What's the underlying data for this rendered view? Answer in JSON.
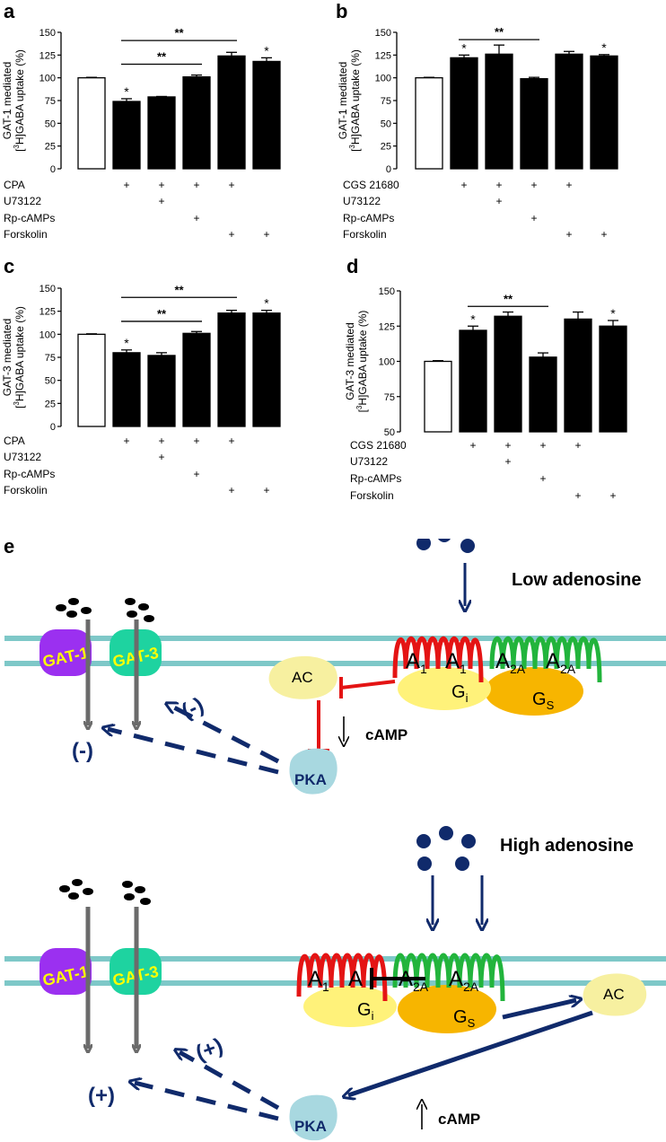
{
  "panel_labels": [
    "a",
    "b",
    "c",
    "d",
    "e"
  ],
  "chart_data": [
    {
      "panel": "a",
      "type": "bar",
      "ylabel_line1": "GAT-1 mediated",
      "ylabel_line2_pre": "[",
      "ylabel_line2_sup": "3",
      "ylabel_line2_post": "H]GABA uptake (%)",
      "ylim": [
        0,
        150
      ],
      "yticks": [
        0,
        25,
        50,
        75,
        100,
        125,
        150
      ],
      "values": [
        100,
        74,
        79,
        101,
        124,
        118
      ],
      "errors": [
        0.5,
        3,
        0.5,
        2,
        4,
        4
      ],
      "fills": [
        "white",
        "black",
        "black",
        "black",
        "black",
        "black"
      ],
      "stars": [
        "",
        "*",
        "",
        "",
        "",
        "*"
      ],
      "treatments": [
        {
          "name": "CPA",
          "marks": [
            "",
            "+",
            "+",
            "+",
            "+",
            ""
          ]
        },
        {
          "name": "U73122",
          "marks": [
            "",
            "",
            "+",
            "",
            "",
            ""
          ]
        },
        {
          "name": "Rp-cAMPs",
          "marks": [
            "",
            "",
            "",
            "+",
            "",
            ""
          ]
        },
        {
          "name": "Forskolin",
          "marks": [
            "",
            "",
            "",
            "",
            "+",
            "+"
          ]
        }
      ],
      "brackets": [
        {
          "from": 1,
          "to": 4,
          "y": 141,
          "label": "**"
        },
        {
          "from": 1,
          "to": 3,
          "y": 115,
          "label": "**"
        }
      ]
    },
    {
      "panel": "b",
      "type": "bar",
      "ylabel_line1": "GAT-1 mediated",
      "ylabel_line2_pre": "[",
      "ylabel_line2_sup": "3",
      "ylabel_line2_post": "H]GABA uptake (%)",
      "ylim": [
        0,
        150
      ],
      "yticks": [
        0,
        25,
        50,
        75,
        100,
        125,
        150
      ],
      "values": [
        100,
        122,
        126,
        99,
        126,
        124
      ],
      "errors": [
        0.5,
        3,
        10,
        1.5,
        3,
        1.5
      ],
      "fills": [
        "white",
        "black",
        "black",
        "black",
        "black",
        "black"
      ],
      "stars": [
        "",
        "*",
        "",
        "",
        "",
        "*"
      ],
      "treatments": [
        {
          "name": "CGS 21680",
          "marks": [
            "",
            "+",
            "+",
            "+",
            "+",
            ""
          ]
        },
        {
          "name": "U73122",
          "marks": [
            "",
            "",
            "+",
            "",
            "",
            ""
          ]
        },
        {
          "name": "Rp-cAMPs",
          "marks": [
            "",
            "",
            "",
            "+",
            "",
            ""
          ]
        },
        {
          "name": "Forskolin",
          "marks": [
            "",
            "",
            "",
            "",
            "+",
            "+"
          ]
        }
      ],
      "brackets": [
        {
          "from": 1,
          "to": 3,
          "y": 142,
          "label": "**"
        }
      ]
    },
    {
      "panel": "c",
      "type": "bar",
      "ylabel_line1": "GAT-3 mediated",
      "ylabel_line2_pre": "[",
      "ylabel_line2_sup": "3",
      "ylabel_line2_post": "H]GABA uptake (%)",
      "ylim": [
        0,
        150
      ],
      "yticks": [
        0,
        25,
        50,
        75,
        100,
        125,
        150
      ],
      "values": [
        100,
        80,
        77,
        101,
        123,
        123
      ],
      "errors": [
        0.5,
        3,
        3,
        2,
        3,
        3
      ],
      "fills": [
        "white",
        "black",
        "black",
        "black",
        "black",
        "black"
      ],
      "stars": [
        "",
        "*",
        "",
        "",
        "",
        "*"
      ],
      "treatments": [
        {
          "name": "CPA",
          "marks": [
            "",
            "+",
            "+",
            "+",
            "+",
            ""
          ]
        },
        {
          "name": "U73122",
          "marks": [
            "",
            "",
            "+",
            "",
            "",
            ""
          ]
        },
        {
          "name": "Rp-cAMPs",
          "marks": [
            "",
            "",
            "",
            "+",
            "",
            ""
          ]
        },
        {
          "name": "Forskolin",
          "marks": [
            "",
            "",
            "",
            "",
            "+",
            "+"
          ]
        }
      ],
      "brackets": [
        {
          "from": 1,
          "to": 4,
          "y": 140,
          "label": "**"
        },
        {
          "from": 1,
          "to": 3,
          "y": 114,
          "label": "**"
        }
      ]
    },
    {
      "panel": "d",
      "type": "bar",
      "ylabel_line1": "GAT-3 mediated",
      "ylabel_line2_pre": "[",
      "ylabel_line2_sup": "3",
      "ylabel_line2_post": "H]GABA uptake (%)",
      "ylim": [
        50,
        150
      ],
      "yticks": [
        50,
        75,
        100,
        125,
        150
      ],
      "values": [
        100,
        122,
        132,
        103,
        130,
        125
      ],
      "errors": [
        0.5,
        3,
        3,
        3,
        5,
        4
      ],
      "fills": [
        "white",
        "black",
        "black",
        "black",
        "black",
        "black"
      ],
      "stars": [
        "",
        "*",
        "",
        "",
        "",
        "*"
      ],
      "treatments": [
        {
          "name": "CGS 21680",
          "marks": [
            "",
            "+",
            "+",
            "+",
            "+",
            ""
          ]
        },
        {
          "name": "U73122",
          "marks": [
            "",
            "",
            "+",
            "",
            "",
            ""
          ]
        },
        {
          "name": "Rp-cAMPs",
          "marks": [
            "",
            "",
            "",
            "+",
            "",
            ""
          ]
        },
        {
          "name": "Forskolin",
          "marks": [
            "",
            "",
            "",
            "",
            "+",
            "+"
          ]
        }
      ],
      "brackets": [
        {
          "from": 1,
          "to": 3,
          "y": 139,
          "label": "**"
        }
      ]
    }
  ],
  "diagram": {
    "low": {
      "title": "Low adenosine",
      "gat1": "GAT-1",
      "gat3": "GAT-3",
      "a1_text": "A",
      "a1_sub": "1",
      "a2a_text": "A",
      "a2a_sub": "2A",
      "gi_text": "G",
      "gi_sub": "i",
      "gs_text": "G",
      "gs_sub": "S",
      "ac": "AC",
      "camp": "cAMP",
      "pka": "PKA",
      "sign": "(-)"
    },
    "high": {
      "title": "High adenosine",
      "gat1": "GAT-1",
      "gat3": "GAT-3",
      "a1_text": "A",
      "a1_sub": "1",
      "a2a_text": "A",
      "a2a_sub": "2A",
      "gi_text": "G",
      "gi_sub": "i",
      "gs_text": "G",
      "gs_sub": "S",
      "ac": "AC",
      "camp": "cAMP",
      "pka": "PKA",
      "sign": "(+)"
    },
    "colors": {
      "membrane": "#7ec8c8",
      "gat1": "#9b30f0",
      "gat3": "#1ed3a0",
      "gat_text": "#ffff00",
      "a1": "#e41414",
      "a2a": "#22b43c",
      "gi": "#fff27a",
      "gs": "#f7b500",
      "ac": "#f7f0a0",
      "pka": "#a8d8e0",
      "navy": "#102a6b",
      "inhibit": "#e41414"
    }
  }
}
